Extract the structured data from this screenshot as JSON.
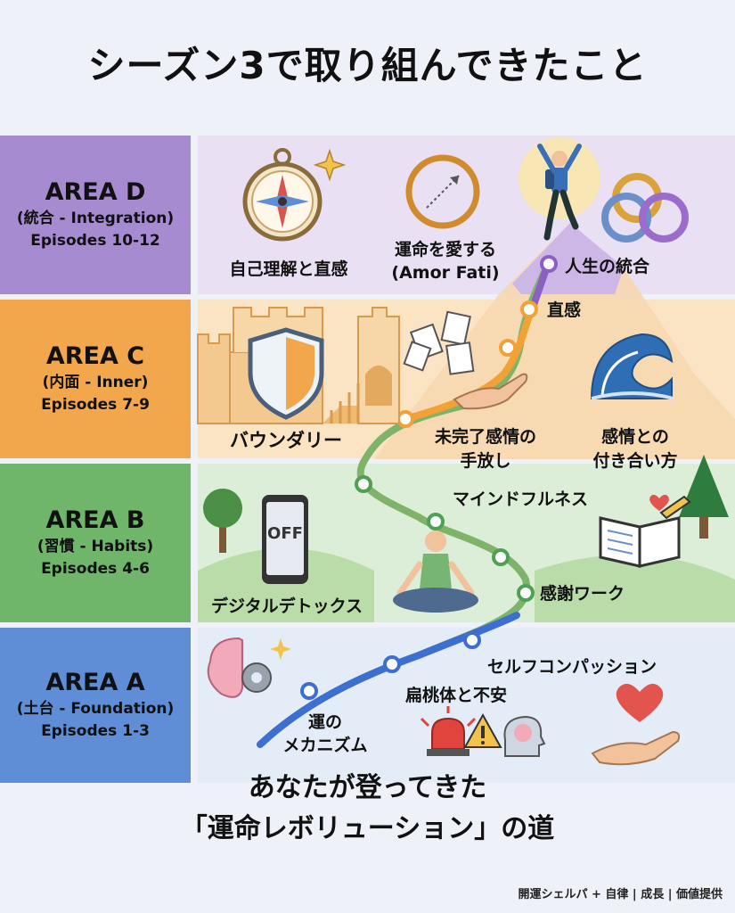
{
  "title": "シーズン3で取り組んできたこと",
  "areas": [
    {
      "name": "AREA D",
      "subtitle": "(統合 - Integration)",
      "episodes": "Episodes 10-12",
      "color": "#a78bd1",
      "band": "#e9e0f4"
    },
    {
      "name": "AREA C",
      "subtitle": "(内面 - Inner)",
      "episodes": "Episodes 7-9",
      "color": "#f2a74d",
      "band": "#fbe4c4"
    },
    {
      "name": "AREA B",
      "subtitle": "(習慣 - Habits)",
      "episodes": "Episodes 4-6",
      "color": "#6fb56a",
      "band": "#dceed8"
    },
    {
      "name": "AREA A",
      "subtitle": "(土台 - Foundation)",
      "episodes": "Episodes 1-3",
      "color": "#5f8ed6",
      "band": "#e4ecf7"
    }
  ],
  "topics": {
    "d1": "自己理解と直感",
    "d2_line1": "運命を愛する",
    "d2_line2": "(Amor Fati)",
    "d3": "人生の統合",
    "c1": "直感",
    "c2": "バウンダリー",
    "c3_line1": "未完了感情の",
    "c3_line2": "手放し",
    "c4_line1": "感情との",
    "c4_line2": "付き合い方",
    "b1": "マインドフルネス",
    "b2": "デジタルデトックス",
    "b3": "感謝ワーク",
    "a1": "セルフコンパッション",
    "a2": "扁桃体と不安",
    "a3_line1": "運の",
    "a3_line2": "メカニズム"
  },
  "phone_text": "OFF",
  "closing_line1": "あなたが登ってきた",
  "closing_line2": "「運命レボリューション」の道",
  "footer": "開運シェルパ + 自律 | 成長 | 価値提供",
  "icons": [
    "compass-icon",
    "sparkle-icon",
    "love-circle-icon",
    "climber-icon",
    "rings-icon",
    "castle-icon",
    "shield-icon",
    "papers-icon",
    "open-hand-icon",
    "wave-icon",
    "tree-icon",
    "phone-icon",
    "meditation-icon",
    "journal-icon",
    "heart-icon",
    "brain-gear-icon",
    "alarm-icon",
    "warning-icon",
    "head-brain-icon",
    "heart-hand-icon"
  ]
}
